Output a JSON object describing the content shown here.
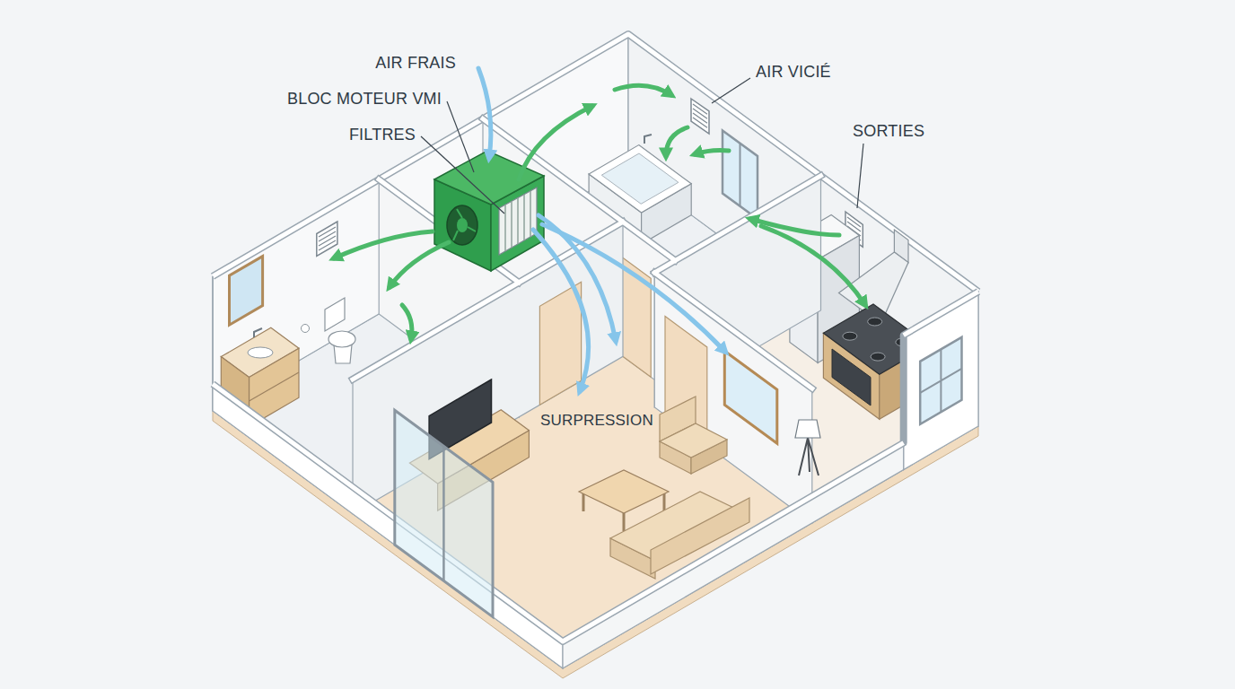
{
  "diagram": {
    "labels": [
      "AIR FRAIS",
      "BLOC MOTEUR VMI",
      "FILTRES",
      "AIR VICIÉ",
      "SORTIES",
      "SURPRESSION"
    ]
  }
}
